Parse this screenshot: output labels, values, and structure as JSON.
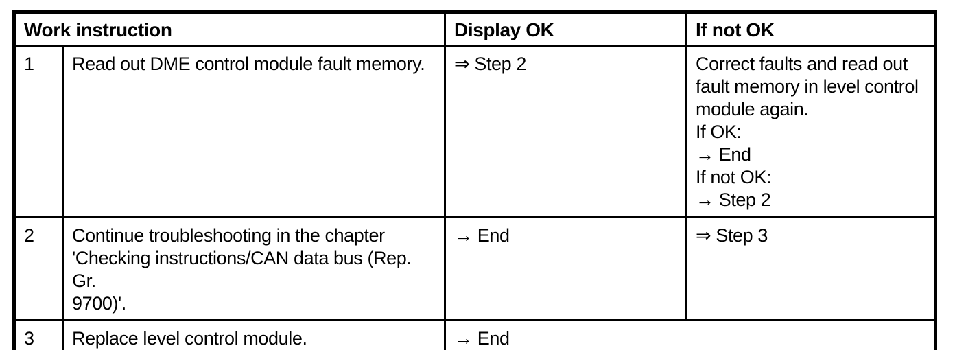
{
  "page": {
    "background_color": "#ffffff",
    "text_color": "#000000",
    "border_color": "#000000"
  },
  "table": {
    "headers": [
      {
        "label": "Work instruction"
      },
      {
        "label": "Display OK"
      },
      {
        "label": "If not OK"
      }
    ],
    "rows": [
      {
        "step": "1",
        "instruction": "Read out DME control module fault memory.",
        "display_ok": "⇒ Step 2",
        "if_not_ok": "Correct faults and read out\nfault memory in level control\nmodule again.\nIf OK:\n→ End\nIf not OK:\n→ Step 2"
      },
      {
        "step": "2",
        "instruction": "Continue troubleshooting in the chapter\n'Checking instructions/CAN data bus (Rep. Gr.\n9700)'.",
        "display_ok": "→ End",
        "if_not_ok": "⇒ Step 3"
      },
      {
        "step": "3",
        "instruction": "Replace level control module.",
        "display_ok": "→ End"
      }
    ],
    "arrow_icons": {
      "double_arrow": "⇒",
      "single_arrow": "→"
    }
  }
}
